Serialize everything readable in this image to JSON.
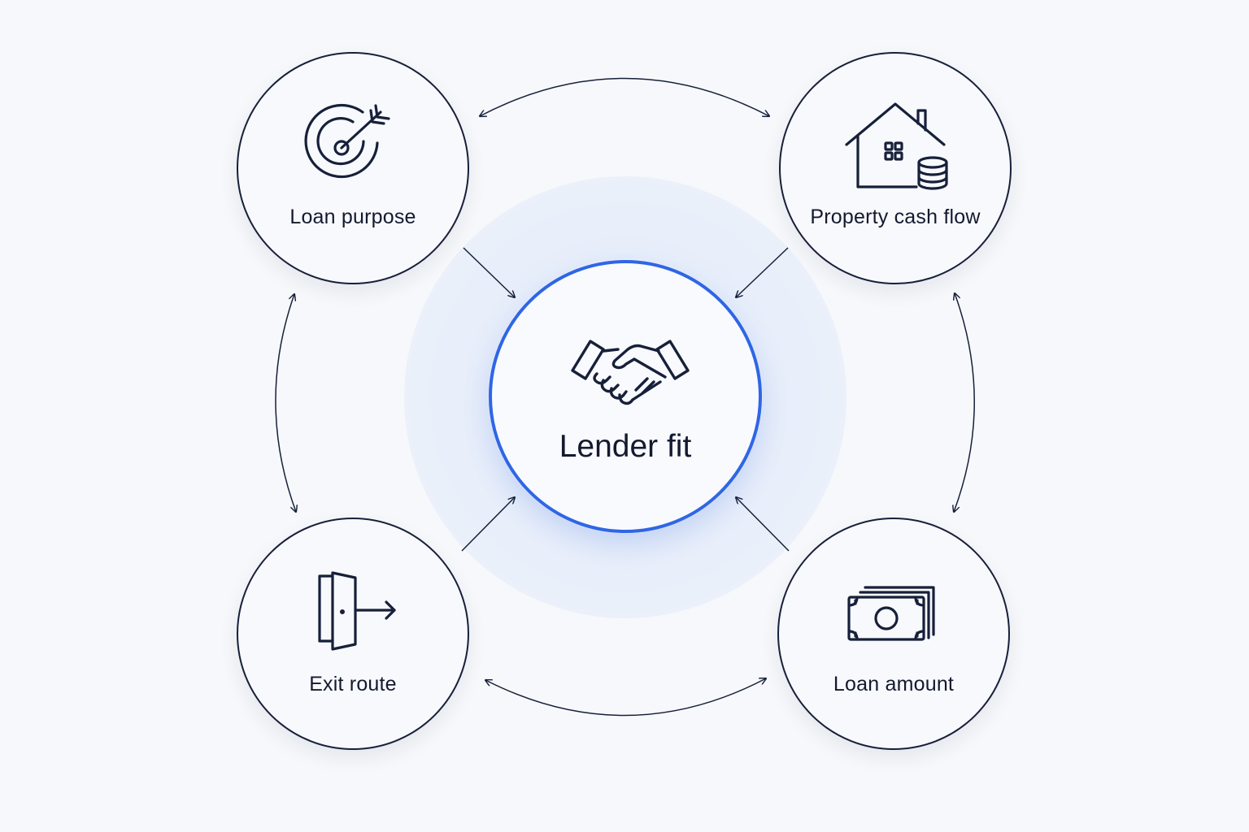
{
  "center": {
    "label": "Lender fit",
    "icon": "handshake-icon",
    "accent": "#2f66e6"
  },
  "nodes": [
    {
      "label": "Loan purpose",
      "icon": "target-icon"
    },
    {
      "label": "Property cash flow",
      "icon": "house-coins-icon"
    },
    {
      "label": "Exit route",
      "icon": "exit-door-icon"
    },
    {
      "label": "Loan amount",
      "icon": "banknotes-icon"
    }
  ]
}
